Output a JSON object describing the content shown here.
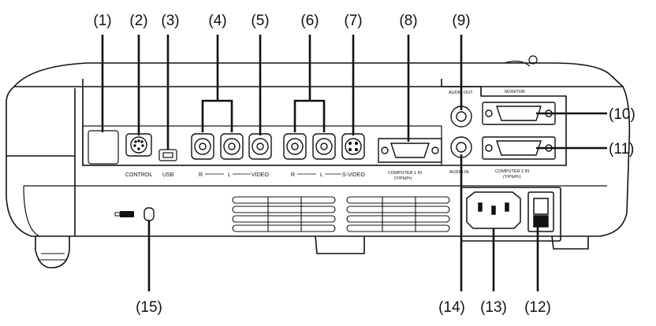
{
  "callouts": {
    "c1": "(1)",
    "c2": "(2)",
    "c3": "(3)",
    "c4": "(4)",
    "c5": "(5)",
    "c6": "(6)",
    "c7": "(7)",
    "c8": "(8)",
    "c9": "(9)",
    "c10": "(10)",
    "c11": "(11)",
    "c12": "(12)",
    "c13": "(13)",
    "c14": "(14)",
    "c15": "(15)"
  },
  "panel_labels": {
    "control": "CONTROL",
    "usb": "USB",
    "r1": "R",
    "l1": "L",
    "video": "VIDEO",
    "r2": "R",
    "l2": "L",
    "svideo": "S-VIDEO",
    "computer1": "COMPUTER 1 IN",
    "computer1_sub": "(Y/Pb/Pr)",
    "audio_out": "AUDIO OUT",
    "audio_in": "AUDIO IN",
    "monitor": "MONITOR",
    "computer2": "COMPUTER 2 IN",
    "computer2_sub": "(Y/Pb/Pr)"
  }
}
